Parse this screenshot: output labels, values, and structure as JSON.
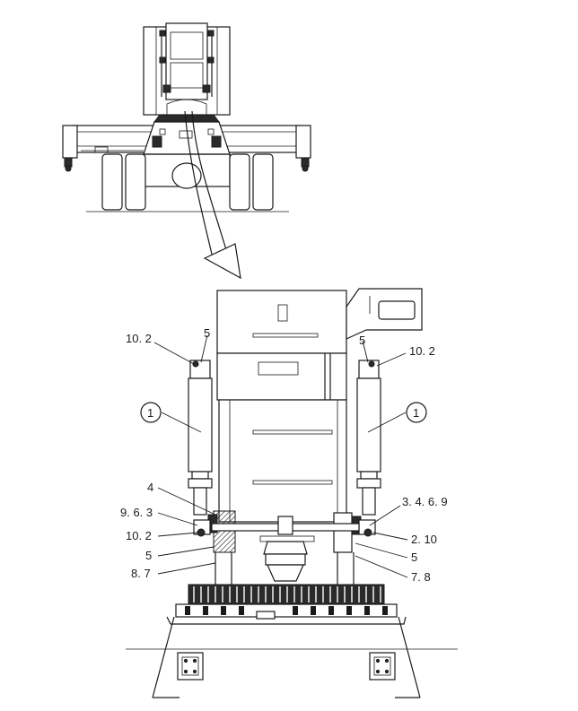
{
  "callouts": {
    "top_left_10_2": "10. 2",
    "top_left_5": "5",
    "top_right_5": "5",
    "top_right_10_2": "10. 2",
    "circle_left": "1",
    "circle_right": "1",
    "left_4": "4",
    "left_9_6_3": "9. 6. 3",
    "left_10_2": "10. 2",
    "left_5": "5",
    "left_8_7": "8. 7",
    "right_3_4_6_9": "3. 4. 6. 9",
    "right_2_10": "2. 10",
    "right_5": "5",
    "right_7_8": "7. 8"
  }
}
